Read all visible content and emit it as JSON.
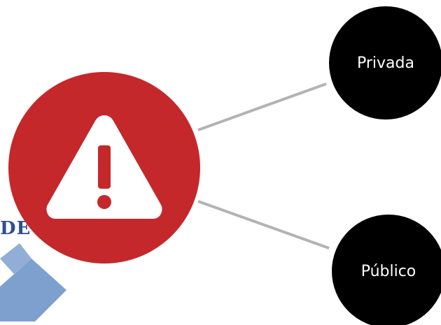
{
  "logo": {
    "text": "DE",
    "text_color": "#2f4f8f",
    "shape_color": "#7ea0cf"
  },
  "center": {
    "icon": "warning-triangle-icon",
    "color": "#c4282b"
  },
  "nodes": [
    {
      "label": "Privada"
    },
    {
      "label": "Público"
    }
  ],
  "connector_color": "#b3b3b3"
}
